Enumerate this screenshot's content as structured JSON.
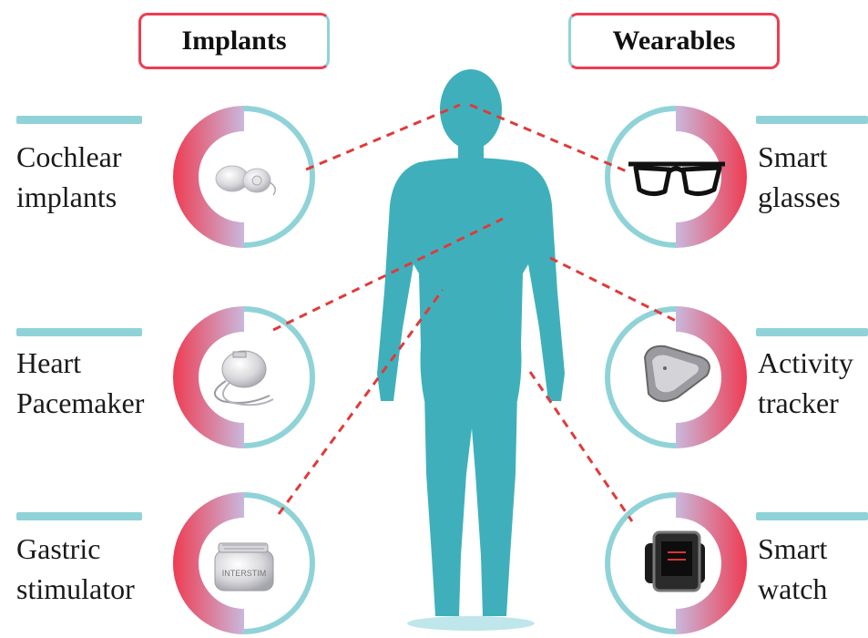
{
  "headers": {
    "implants": "Implants",
    "wearables": "Wearables"
  },
  "implants": [
    {
      "line1": "Cochlear",
      "line2": "implants",
      "icon": "cochlear-implant-icon"
    },
    {
      "line1": "Heart",
      "line2": "Pacemaker",
      "icon": "pacemaker-icon"
    },
    {
      "line1": "Gastric",
      "line2": "stimulator",
      "icon": "gastric-stimulator-icon"
    }
  ],
  "wearables": [
    {
      "line1": "Smart",
      "line2": "glasses",
      "icon": "glasses-icon"
    },
    {
      "line1": "Activity",
      "line2": "tracker",
      "icon": "activity-tracker-icon"
    },
    {
      "line1": "Smart",
      "line2": "watch",
      "icon": "smartwatch-icon"
    }
  ],
  "device_brand_text": "INTERSTIM",
  "colors": {
    "accent_red": "#ee3c52",
    "accent_teal": "#8fd3d8",
    "body": "#3fb0bb",
    "connector": "#e03a3a"
  }
}
